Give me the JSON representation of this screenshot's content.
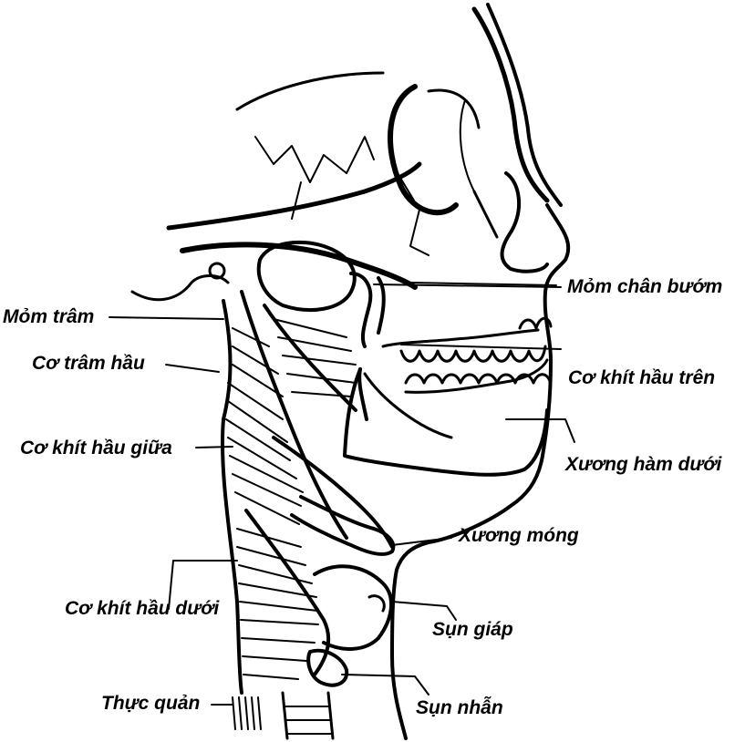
{
  "labels": {
    "mom_tram": "Mỏm trâm",
    "co_tram_hau": "Cơ trâm hầu",
    "co_khit_hau_giua": "Cơ khít hầu giữa",
    "co_khit_hau_duoi": "Cơ khít hầu dưới",
    "thuc_quan": "Thực quản",
    "mom_chan_buom": "Mỏm chân bướm",
    "co_khit_hau_tren": "Cơ khít hầu trên",
    "xuong_ham_duoi": "Xương hàm dưới",
    "xuong_mong": "Xương móng",
    "sun_giap": "Sụn giáp",
    "sun_nhan": "Sụn nhẫn"
  }
}
